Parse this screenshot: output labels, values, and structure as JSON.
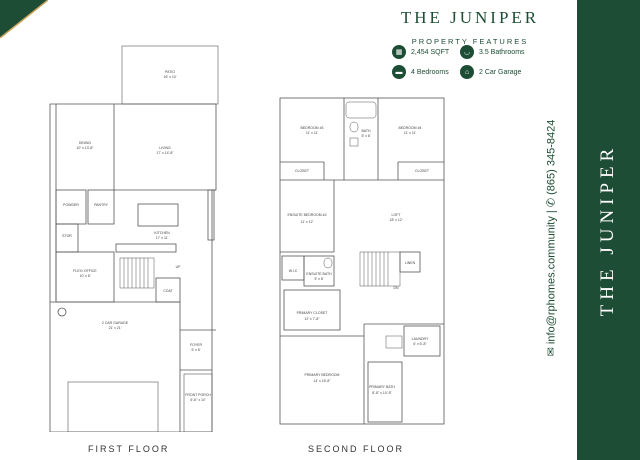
{
  "header": {
    "title": "THE JUNIPER",
    "subtitle": "PROPERTY FEATURES"
  },
  "features": [
    {
      "icon": "square-footage-icon",
      "text": "2,454 SQFT"
    },
    {
      "icon": "bathtub-icon",
      "text": "3.5 Bathrooms"
    },
    {
      "icon": "bed-icon",
      "text": "4 Bedrooms"
    },
    {
      "icon": "garage-icon",
      "text": "2 Car Garage"
    }
  ],
  "first_floor": {
    "label": "FIRST FLOOR",
    "rooms": {
      "patio_name": "PATIO",
      "patio_dim": "16' x 10'",
      "dining_name": "DINING",
      "dining_dim": "10' x 13'-8\"",
      "living_name": "LIVING",
      "living_dim": "17' x 14'-8\"",
      "powder": "POWDER",
      "pantry": "PANTRY",
      "stor": "STOR",
      "kitchen_name": "KITCHEN",
      "kitchen_dim": "17' x 11'",
      "flex_name": "FLEX/ OFFICE",
      "flex_dim": "10' x 8'",
      "up": "UP",
      "coat": "COAT",
      "garage_name": "2 CAR GARAGE",
      "garage_dim": "21' x 21'",
      "foyer_name": "FOYER",
      "foyer_dim": "6' x 6'",
      "porch_name": "FRONT PORCH",
      "porch_dim": "6'-6\" x 10'"
    }
  },
  "second_floor": {
    "label": "SECOND FLOOR",
    "rooms": {
      "bed3_name": "BEDROOM #3",
      "bed3_dim": "11' x 11'",
      "bath_name": "BATH",
      "bath_dim": "5' x 8'",
      "bed4_name": "BEDROOM #4",
      "bed4_dim": "11' x 11'",
      "closet_a": "CLOSET",
      "closet_b": "CLOSET",
      "ensuite_bed_name": "ENSUITE BEDROOM #2",
      "ensuite_bed_dim": "11' x 12'",
      "loft_name": "LOFT",
      "loft_dim": "18' x 12'",
      "wic": "W.I.C",
      "ensuite_bath_name": "ENSUITE BATH",
      "ensuite_bath_dim": "5' x 8'",
      "linen": "LINEN",
      "dn": "DN",
      "primary_closet_name": "PRIMARY CLOSET",
      "primary_closet_dim": "12' x 7'-8\"",
      "laundry_name": "LAUNDRY",
      "laundry_dim": "6' x 6'-8\"",
      "primary_bed_name": "PRIMARY BEDROOM",
      "primary_bed_dim": "14' x 15'-8\"",
      "primary_bath_name": "PRIMARY BATH",
      "primary_bath_dim": "8'-8\" x 10'-8\""
    }
  },
  "contact": {
    "email": "info@rphomes.community",
    "separator": "|",
    "phone": "(865) 345-8424"
  },
  "side_panel": {
    "title": "THE JUNIPER"
  }
}
